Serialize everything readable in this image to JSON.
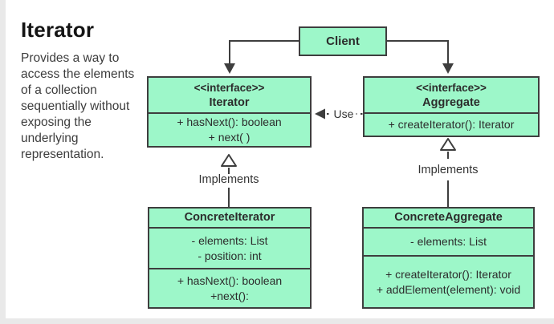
{
  "intro": {
    "title": "Iterator",
    "description": "Provides a way to access the elements of a collection sequentially without exposing the underlying representation."
  },
  "classes": {
    "client": {
      "name": "Client"
    },
    "iterator": {
      "stereotype": "<<interface>>",
      "name": "Iterator",
      "methods": [
        "+ hasNext(): boolean",
        "+ next( )"
      ]
    },
    "aggregate": {
      "stereotype": "<<interface>>",
      "name": "Aggregate",
      "methods": [
        "+ createIterator(): Iterator"
      ]
    },
    "concrete_iterator": {
      "name": "ConcreteIterator",
      "attributes": [
        "- elements: List",
        "- position: int"
      ],
      "methods": [
        "+ hasNext(): boolean",
        "+next():"
      ]
    },
    "concrete_aggregate": {
      "name": "ConcreteAggregate",
      "attributes": [
        "- elements: List"
      ],
      "methods": [
        "+ createIterator(): Iterator",
        "+ addElement(element): void"
      ]
    }
  },
  "labels": {
    "use": "Use",
    "implements_left": "Implements",
    "implements_right": "Implements"
  },
  "colors": {
    "box_fill": "#9DF7C9",
    "box_border": "#3E3E3E",
    "connector": "#3E3E3E",
    "text": "#2C2C2C"
  }
}
